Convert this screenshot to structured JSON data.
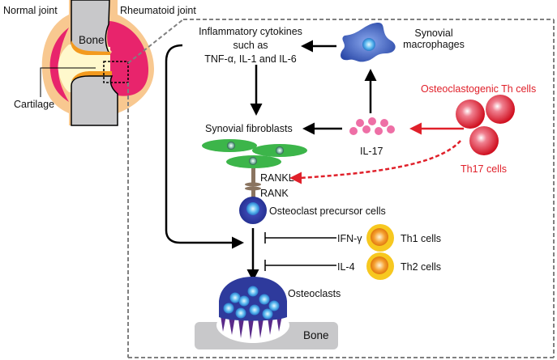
{
  "joint": {
    "normal_label": "Normal joint",
    "rheumatoid_label": "Rheumatoid joint",
    "bone_label": "Bone",
    "cartilage_label": "Cartilage"
  },
  "pathway": {
    "cytokines_line1": "Inflammatory cytokines",
    "cytokines_line2": "such as",
    "cytokines_line3": "TNF-α, IL-1 and IL-6",
    "macrophages_line1": "Synovial",
    "macrophages_line2": "macrophages",
    "osteoclastogenic_th": "Osteoclastogenic Th cells",
    "th17": "Th17 cells",
    "il17": "IL-17",
    "fibroblasts": "Synovial fibroblasts",
    "rankl": "RANKL",
    "rank": "RANK",
    "precursor": "Osteoclast precursor cells",
    "ifn": "IFN-γ",
    "il4": "IL-4",
    "th1": "Th1 cells",
    "th2": "Th2 cells",
    "osteoclasts": "Osteoclasts",
    "bone": "Bone"
  },
  "colors": {
    "inflamed_synovium": "#e8246c",
    "cartilage": "#f39a1e",
    "bone_gray": "#c8c8ca",
    "th17_red": "#e0202a",
    "il17_pink": "#ee6fa6",
    "fibroblast_green": "#3cb54a",
    "macrophage_blue": "#3a5fc0",
    "osteoclast_blue": "#2e3a9c",
    "th_yellow": "#f7c820"
  }
}
